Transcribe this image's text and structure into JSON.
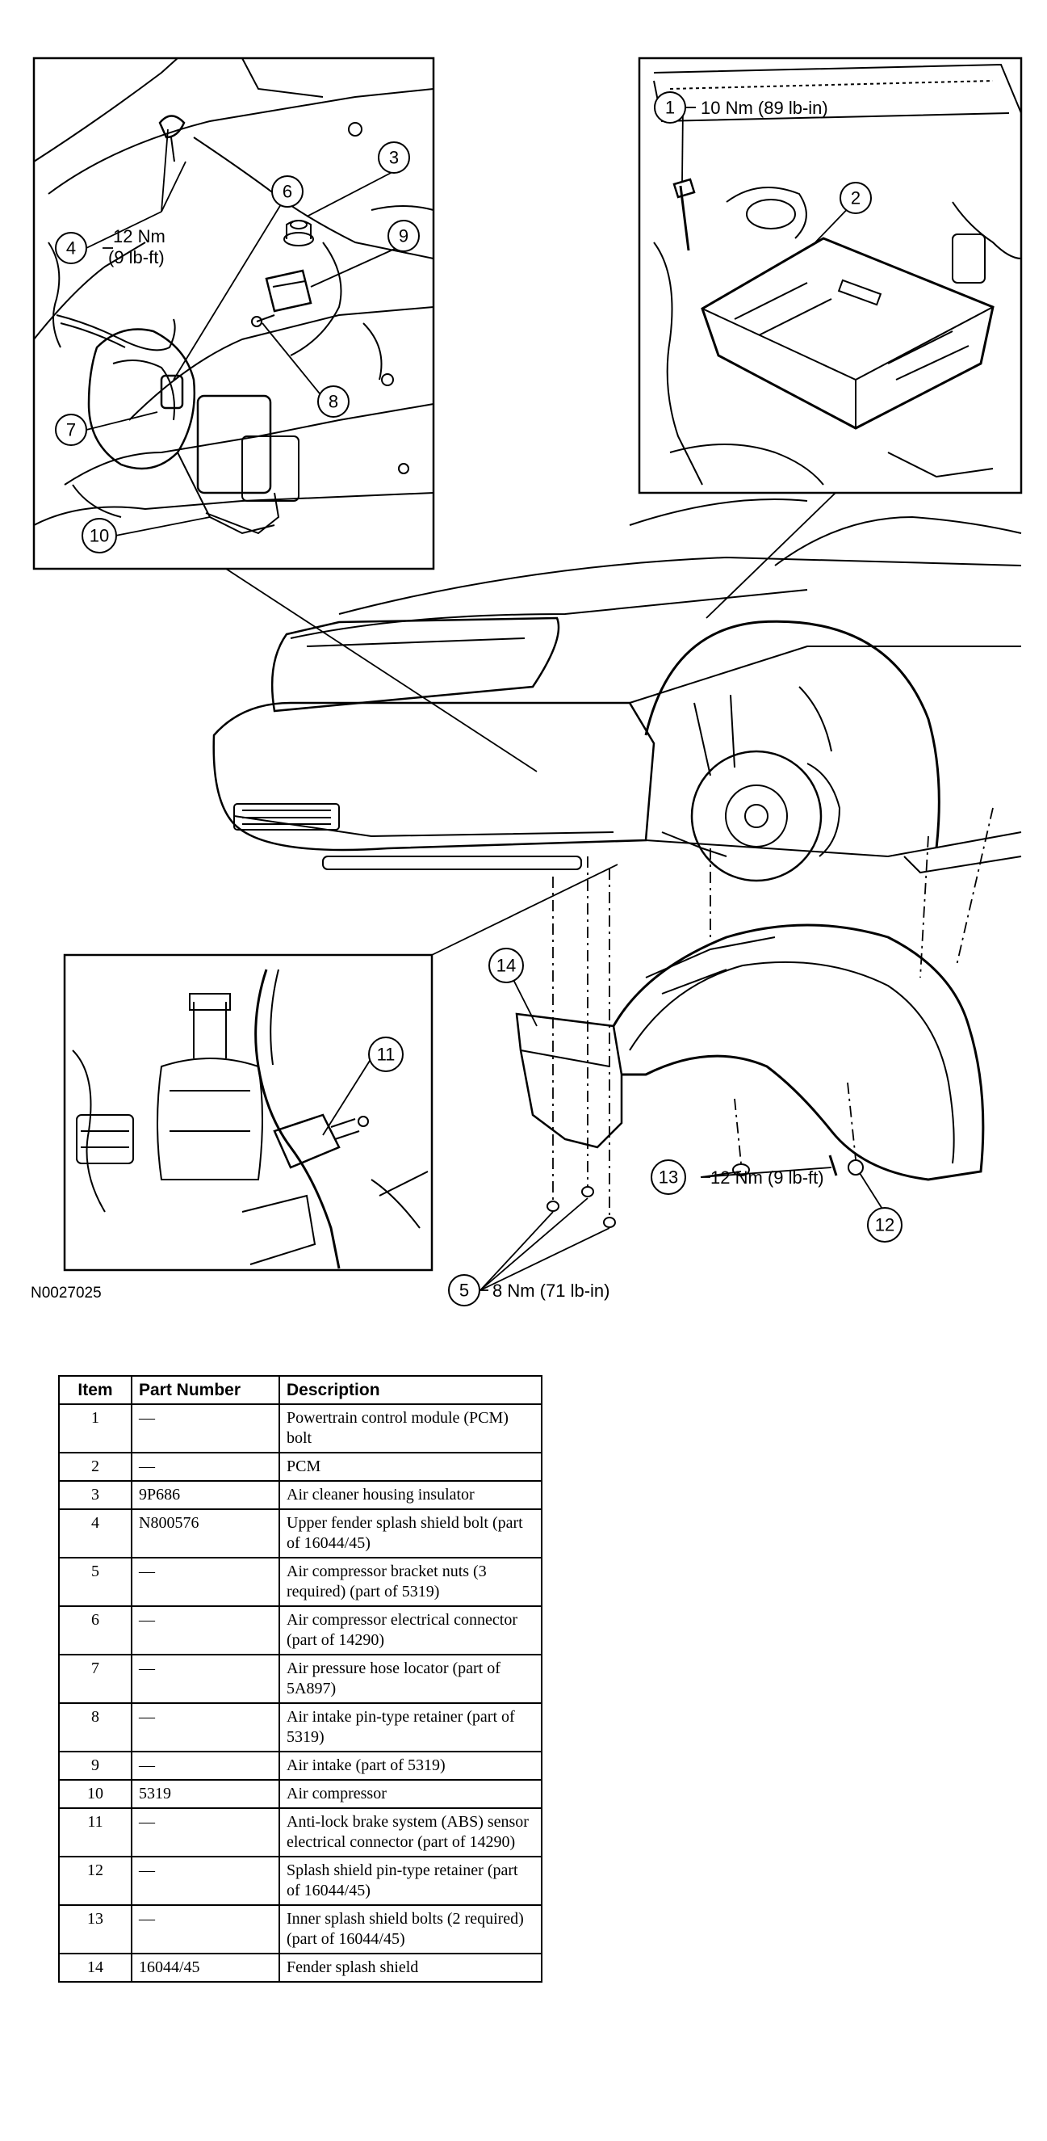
{
  "figure_id": "N0027025",
  "callouts": [
    {
      "num": "1",
      "torque": "10 Nm (89 lb-in)"
    },
    {
      "num": "2",
      "torque": ""
    },
    {
      "num": "3",
      "torque": ""
    },
    {
      "num": "4",
      "torque": "12 Nm",
      "torque2": "(9 lb-ft)"
    },
    {
      "num": "5",
      "torque": "8 Nm (71 lb-in)"
    },
    {
      "num": "6",
      "torque": ""
    },
    {
      "num": "7",
      "torque": ""
    },
    {
      "num": "8",
      "torque": ""
    },
    {
      "num": "9",
      "torque": ""
    },
    {
      "num": "10",
      "torque": ""
    },
    {
      "num": "11",
      "torque": ""
    },
    {
      "num": "12",
      "torque": ""
    },
    {
      "num": "13",
      "torque": "12 Nm (9 lb-ft)"
    },
    {
      "num": "14",
      "torque": ""
    }
  ],
  "table": {
    "headers": {
      "item": "Item",
      "part_number": "Part Number",
      "description": "Description"
    },
    "rows": [
      {
        "item": "1",
        "part": "—",
        "desc": "Powertrain control module (PCM) bolt"
      },
      {
        "item": "2",
        "part": "—",
        "desc": "PCM"
      },
      {
        "item": "3",
        "part": "9P686",
        "desc": "Air cleaner housing insulator"
      },
      {
        "item": "4",
        "part": "N800576",
        "desc": "Upper fender splash shield bolt (part of 16044/45)"
      },
      {
        "item": "5",
        "part": "—",
        "desc": "Air compressor bracket nuts (3 required) (part of 5319)"
      },
      {
        "item": "6",
        "part": "—",
        "desc": "Air compressor electrical connector (part of 14290)"
      },
      {
        "item": "7",
        "part": "—",
        "desc": "Air pressure hose locator (part of 5A897)"
      },
      {
        "item": "8",
        "part": "—",
        "desc": "Air intake pin-type retainer (part of 5319)"
      },
      {
        "item": "9",
        "part": "—",
        "desc": "Air intake (part of 5319)"
      },
      {
        "item": "10",
        "part": "5319",
        "desc": "Air compressor"
      },
      {
        "item": "11",
        "part": "—",
        "desc": "Anti-lock brake system (ABS) sensor electrical connector (part of 14290)"
      },
      {
        "item": "12",
        "part": "—",
        "desc": "Splash shield pin-type retainer (part of 16044/45)"
      },
      {
        "item": "13",
        "part": "—",
        "desc": "Inner splash shield bolts (2 required) (part of 16044/45)"
      },
      {
        "item": "14",
        "part": "16044/45",
        "desc": "Fender splash shield"
      }
    ]
  }
}
